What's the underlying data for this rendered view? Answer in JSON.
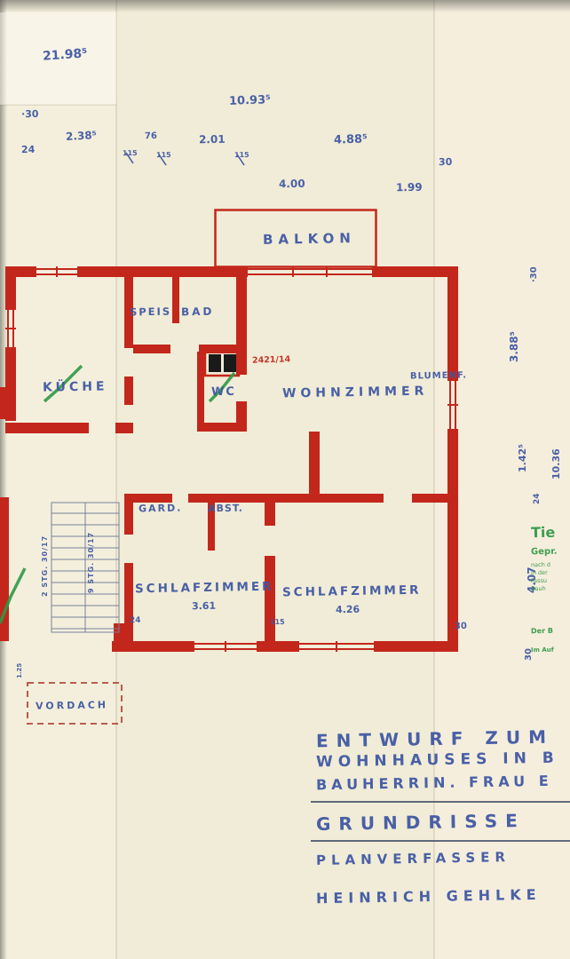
{
  "colors": {
    "paper": "#f2edda",
    "wall_red": "#c3271c",
    "ink_blue": "#3d56a3",
    "check_green": "#2f9946",
    "shaft_black": "#1a1a1a"
  },
  "rooms": {
    "balkon": "BALKON",
    "speis": "SPEIS",
    "bad": "BAD",
    "kueche": "KÜCHE",
    "wc": "WC",
    "wohnzimmer": "WOHNZIMMER",
    "blumenfenster": "BLUMENF.",
    "garderobe": "GARD.",
    "abstellraum": "ABST.",
    "schlafzimmer_links": "SCHLAFZIMMER",
    "schlafzimmer_rechts": "SCHLAFZIMMER",
    "vordach": "VORDACH"
  },
  "dims_top": {
    "total": "21.98⁵",
    "d30a": "·30",
    "d24": "24",
    "d238": "2.38⁵",
    "d76": "76",
    "d115a": "115",
    "d115b": "115",
    "d201": "2.01",
    "d115c": "115",
    "d1093": "10.93⁵",
    "d488": "4.88⁵",
    "d30b": "30",
    "d400": "4.00",
    "d199": "1.99"
  },
  "dims_right": {
    "d30a": "·30",
    "d388": "3.88⁵",
    "d142": "1.42⁵",
    "d1036": "10.36",
    "d24": "24",
    "d407": "4.07",
    "d30b": "30"
  },
  "dims_bottom": {
    "d24": "24",
    "d361": "3.61",
    "d115": "115",
    "d426": "4.26",
    "d30": "30"
  },
  "stairs": {
    "flight_left": "2 STG. 30/17",
    "flight_right": "9 STG. 30/17",
    "note": "1.25"
  },
  "plan_number": "2421/14",
  "stamp": {
    "line1": "Tie",
    "line2": "Gepr.",
    "small1": "nach d",
    "small2": "in der",
    "small3": "Fassu",
    "small4": "Bauh",
    "line3": "Der B",
    "line4": "Im Auf"
  },
  "title_block": {
    "line1": "ENTWURF ZUM",
    "line2": "WOHNHAUSES IN B",
    "line3": "BAUHERRIN. FRAU E",
    "line4": "GRUNDRISSE",
    "line5": "PLANVERFASSER",
    "line6": "HEINRICH GEHLKE"
  }
}
